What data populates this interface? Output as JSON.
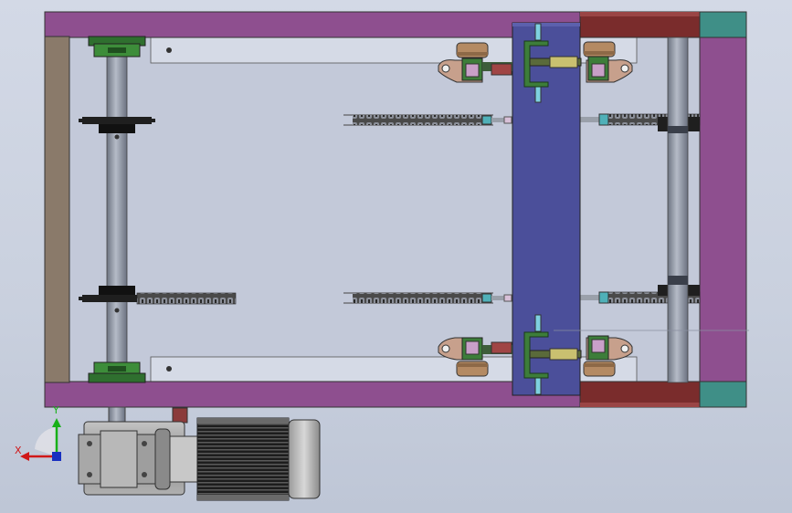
{
  "app": {
    "view": "cad-top-view",
    "background_top": "#d3d9e6",
    "background_bottom": "#bec6d6"
  },
  "colors": {
    "frame_rail": "#8e4f8f",
    "frame_side": "#8a7a6a",
    "plate": "#c3c9d9",
    "plate_shade": "#b8bfd0",
    "shaft": "#8e95a4",
    "sprocket": "#1f1f1f",
    "chain": "#3a3a3a",
    "bearing": "#3d7d3a",
    "carriage": "#4b4f9a",
    "roller": "#b48a63",
    "bracket": "#c7a08c",
    "motor_body": "#4c4c4c",
    "gearbox": "#9a9a9a",
    "end_block": "#7a2c2c",
    "teal_block": "#3f8f87"
  },
  "triad": {
    "x_label": "X",
    "y_label": "Y",
    "x_color": "#d01818",
    "y_color": "#18b018",
    "z_color": "#1830c0"
  }
}
